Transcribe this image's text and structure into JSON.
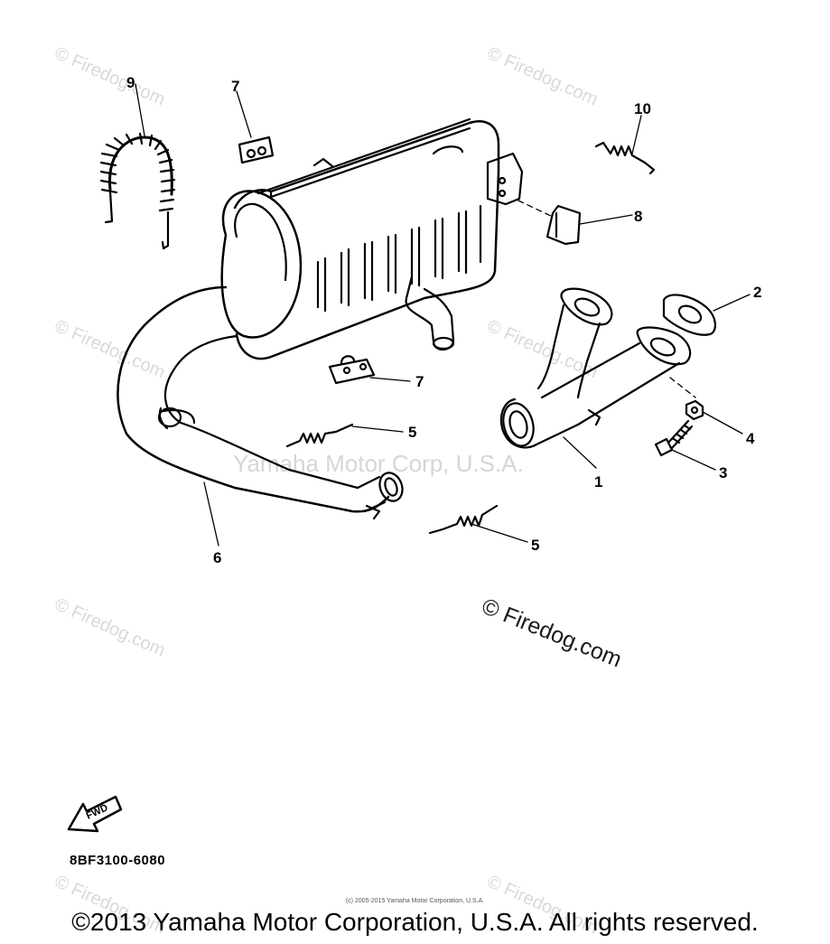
{
  "watermarks": {
    "small": "© Firedog.com",
    "center": "Yamaha Motor Corp, U.S.A.",
    "main": "© Firedog.com"
  },
  "callouts": {
    "c1": "1",
    "c2": "2",
    "c3": "3",
    "c4": "4",
    "c5a": "5",
    "c5b": "5",
    "c6": "6",
    "c7a": "7",
    "c7b": "7",
    "c8": "8",
    "c9": "9",
    "c10": "10"
  },
  "fwd_label": "FWD",
  "part_code": "8BF3100-6080",
  "small_copyright": "(c) 2005-2015 Yamaha Motor Corporation, U.S.A.",
  "footer": "©2013 Yamaha Motor Corporation, U.S.A. All rights reserved."
}
